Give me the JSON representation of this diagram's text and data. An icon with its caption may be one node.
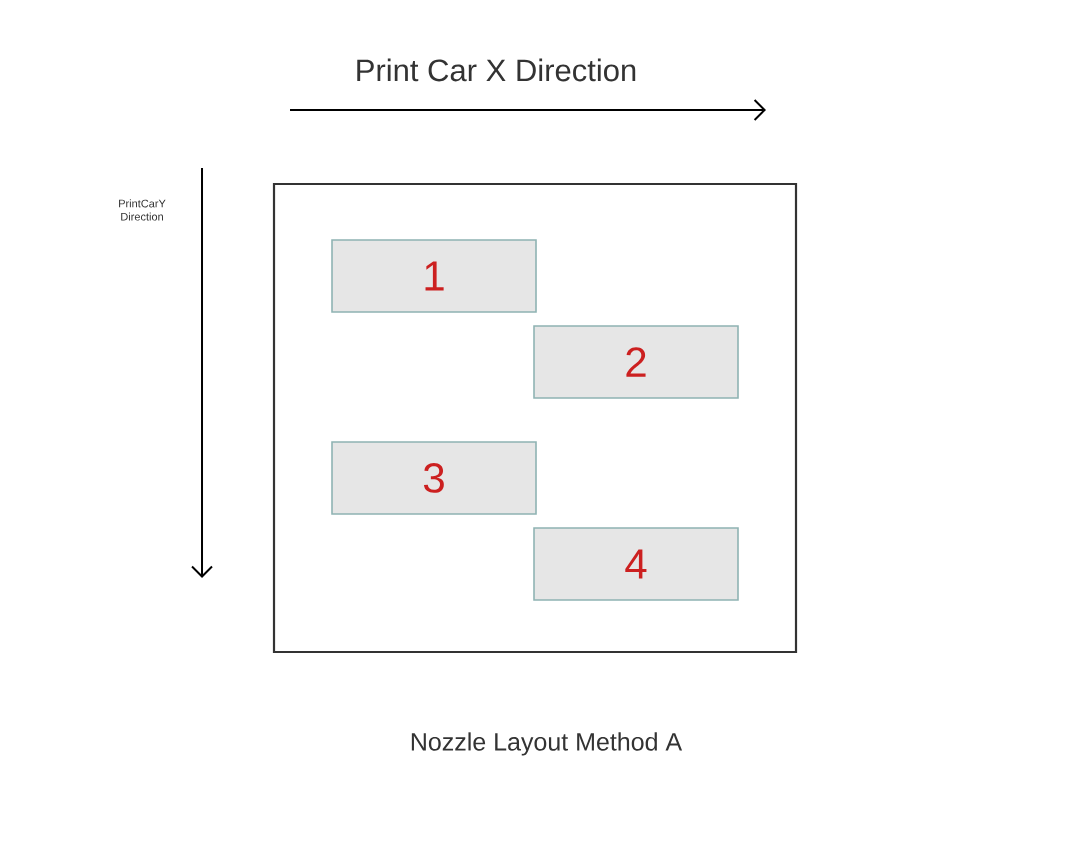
{
  "diagram": {
    "caption": "Nozzle Layout Method A",
    "nodes": [
      {
        "text": [],
        "shape": "box"
      },
      {
        "text": [
          "1"
        ],
        "in": 0
      },
      {
        "text": [
          "2"
        ],
        "in": 0
      },
      {
        "text": [
          "3"
        ],
        "in": 0
      },
      {
        "text": [
          "4"
        ],
        "in": 0
      }
    ],
    "labels": [
      "Print Car X Direction",
      "PrintCarY Direction"
    ]
  }
}
